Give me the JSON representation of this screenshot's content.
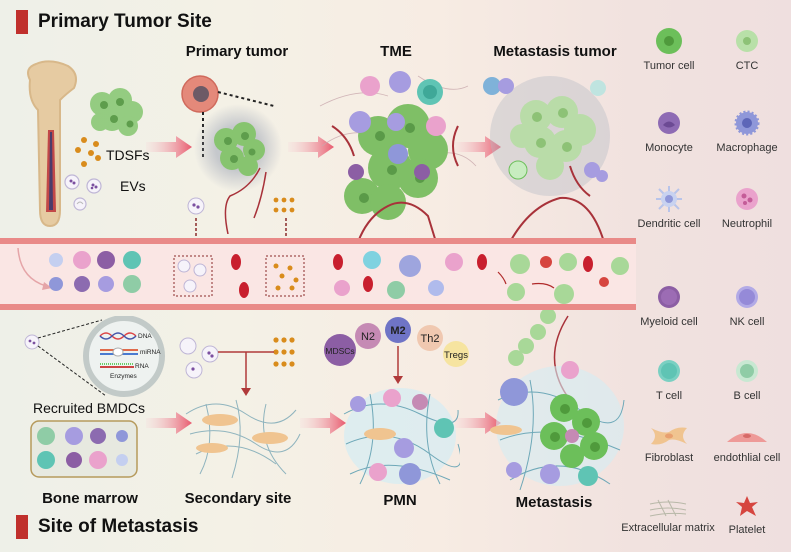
{
  "sections": {
    "primary": "Primary Tumor Site",
    "metastasis": "Site of Metastasis"
  },
  "stages_top": {
    "primary_tumor": "Primary tumor",
    "tme": "TME",
    "metastasis_tumor": "Metastasis tumor"
  },
  "stages_bottom": {
    "bone_marrow": "Bone marrow",
    "secondary_site": "Secondary site",
    "pmn": "PMN",
    "metastasis": "Metastasis"
  },
  "factors": {
    "tdsfs": "TDSFs",
    "evs": "EVs",
    "recruited_bmdcs": "Recruited BMDCs"
  },
  "ev_cargo": {
    "dna": "DNA",
    "mirna": "miRNA",
    "rna": "RNA",
    "enzymes": "Enzymes"
  },
  "immune_cells": {
    "mdscs": "MDSCs",
    "n2": "N2",
    "m2": "M2",
    "th2": "Th2",
    "tregs": "Tregs"
  },
  "legend": [
    {
      "id": "tumor-cell",
      "label": "Tumor cell",
      "color": "#6cbf5a"
    },
    {
      "id": "ctc",
      "label": "CTC",
      "color": "#a8d898"
    },
    {
      "id": "monocyte",
      "label": "Monocyte",
      "color": "#8e6bb4"
    },
    {
      "id": "macrophage",
      "label": "Macrophage",
      "color": "#8f97d9"
    },
    {
      "id": "dendritic-cell",
      "label": "Dendritic cell",
      "color": "#b8c4ea"
    },
    {
      "id": "neutrophil",
      "label": "Neutrophil",
      "color": "#e9a2c8"
    },
    {
      "id": "myeloid-cell",
      "label": "Myeloid cell",
      "color": "#8c5ea4"
    },
    {
      "id": "nk-cell",
      "label": "NK cell",
      "color": "#a49be0"
    },
    {
      "id": "t-cell",
      "label": "T cell",
      "color": "#5fc4b4"
    },
    {
      "id": "b-cell",
      "label": "B cell",
      "color": "#8fcca6"
    },
    {
      "id": "fibroblast",
      "label": "Fibroblast",
      "color": "#f0c490"
    },
    {
      "id": "endothelial-cell",
      "label": "endothlial cell",
      "color": "#ee9a98"
    },
    {
      "id": "extracellular-matrix",
      "label": "Extracellular matrix",
      "color": "#b8b8a8"
    },
    {
      "id": "platelet",
      "label": "Platelet",
      "color": "#d6453f"
    }
  ],
  "colors": {
    "accent_bar": "#c0302c",
    "arrow": "#e85a6e",
    "vessel": "#e98a88",
    "vessel_inner": "#fae6e4",
    "rbc": "#c81f2e",
    "tdsf": "#d98c1c",
    "dark_red_line": "#a8323a"
  }
}
